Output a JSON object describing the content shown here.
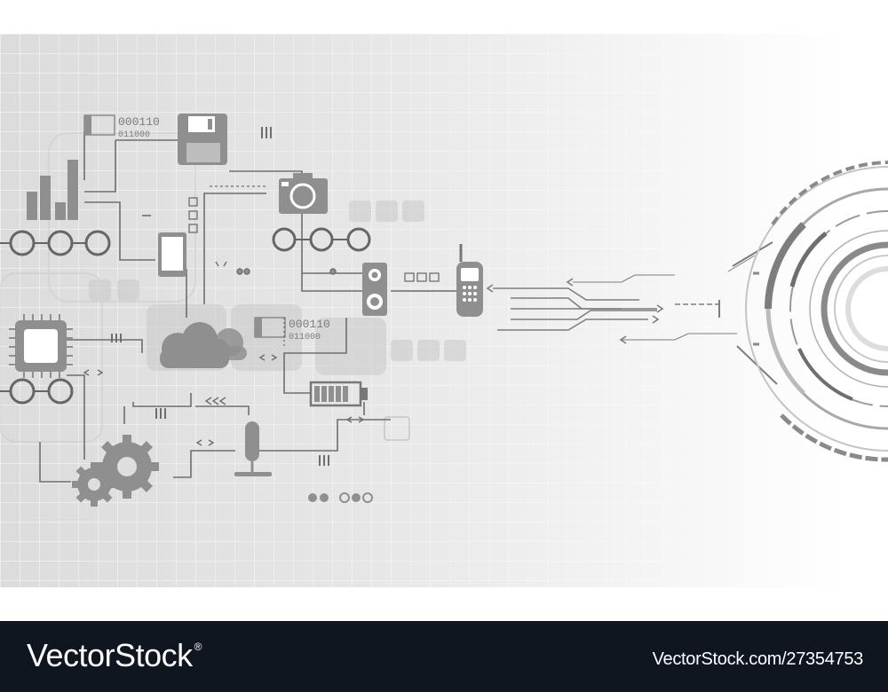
{
  "art": {
    "binary_top_1": "000110",
    "binary_top_2": "011000",
    "binary_mid_1": "000110",
    "binary_mid_2": "011000",
    "colors": {
      "icon_fill": "#8f8f8f",
      "line": "#6e6e6e",
      "panel": "#cfcfcf",
      "ring": "#9a9a9a"
    }
  },
  "footer": {
    "brand": "VectorStock",
    "registered_mark": "®",
    "image_id": "VectorStock.com/27354753"
  }
}
